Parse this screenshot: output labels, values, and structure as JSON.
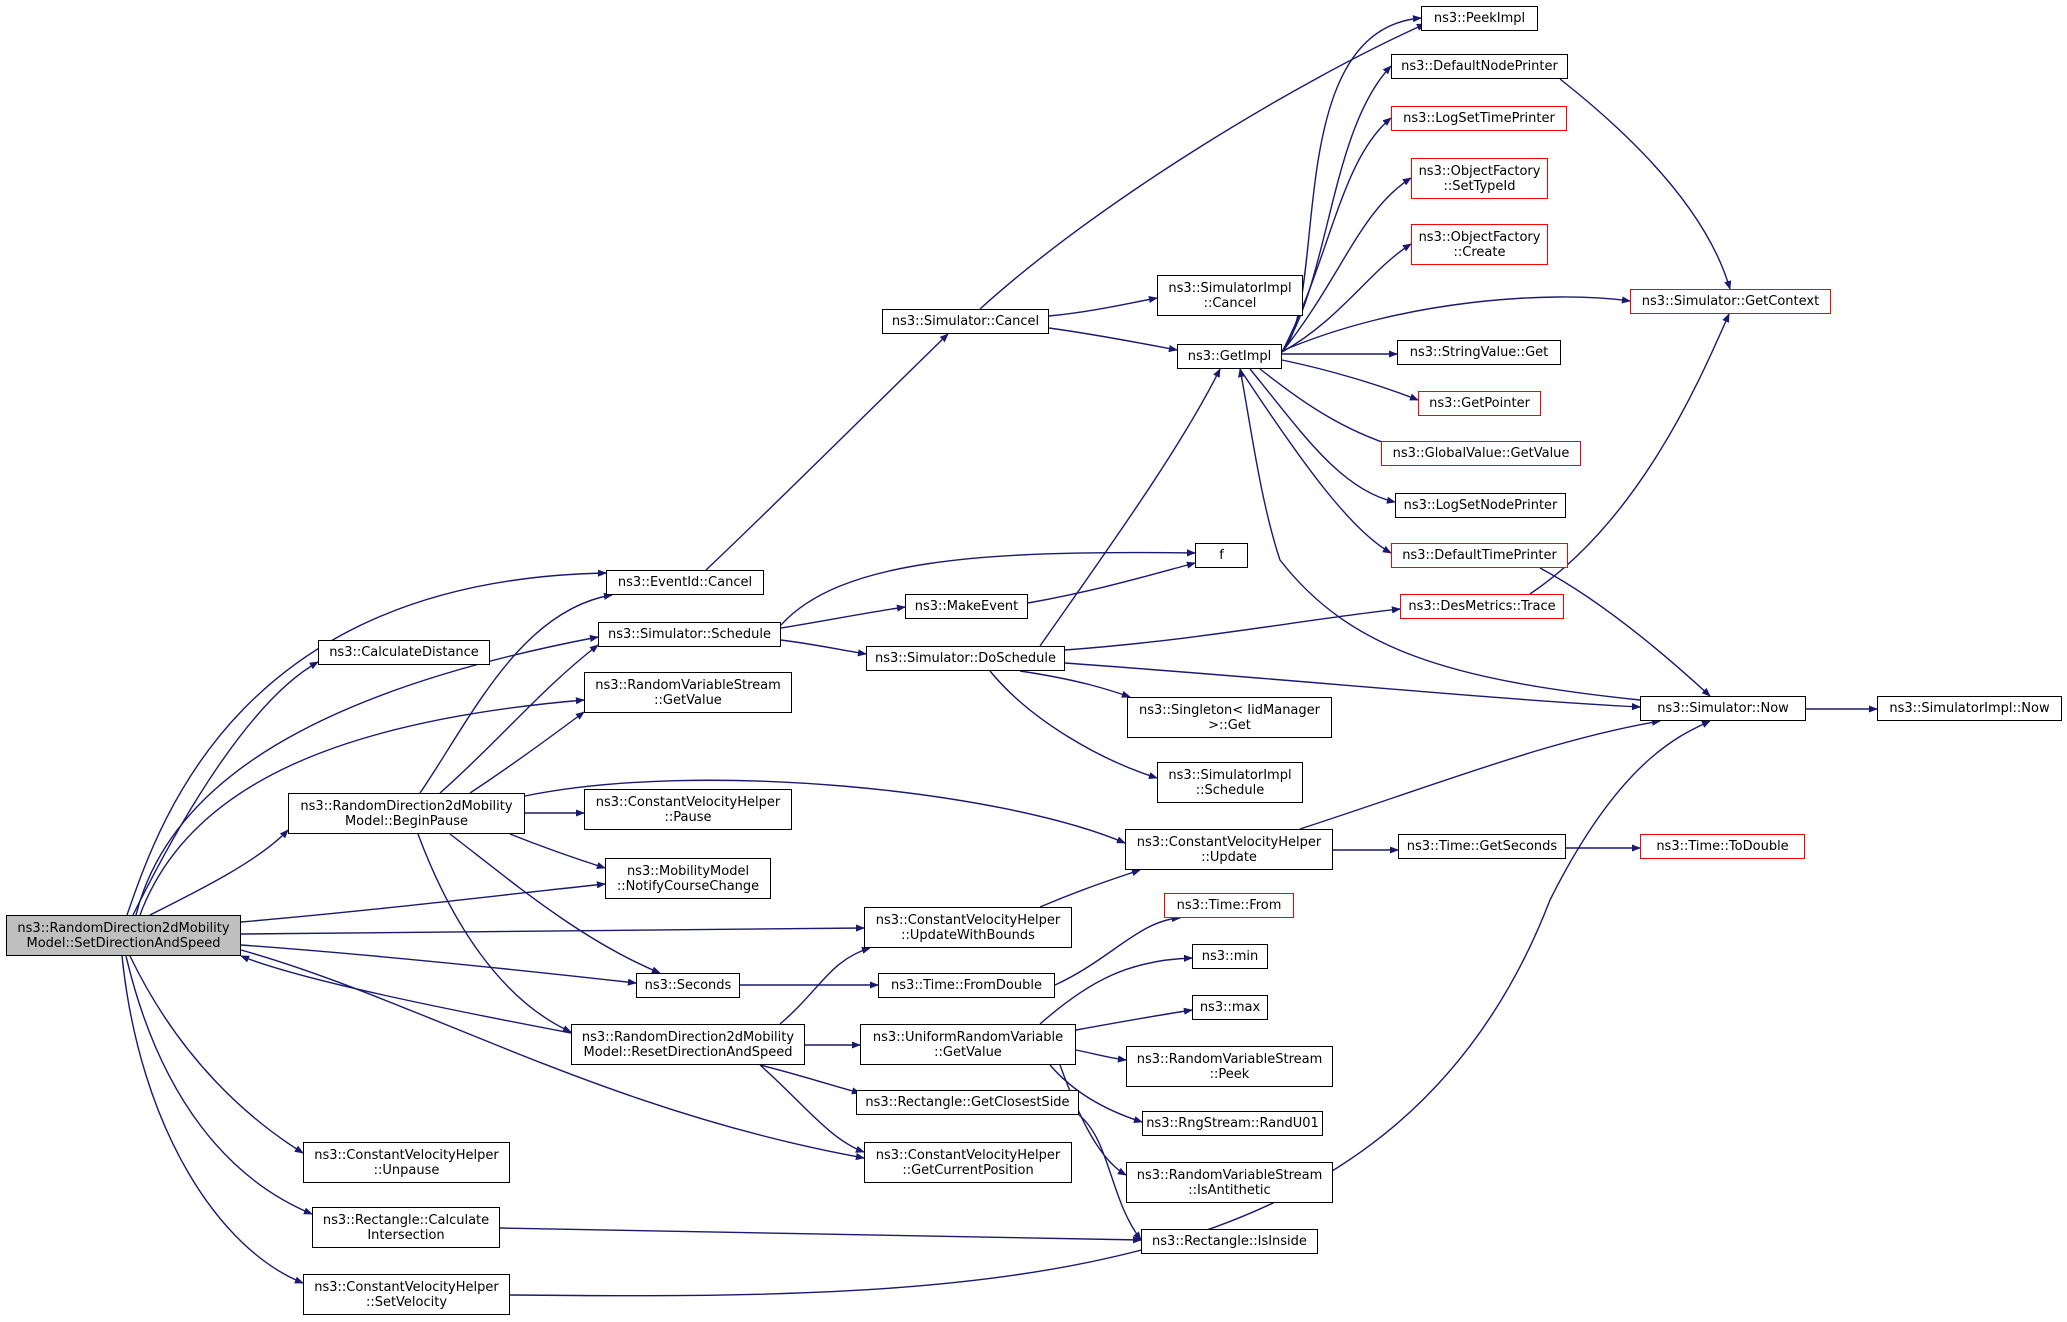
{
  "colors": {
    "edge": "#191970",
    "node_border": "#000000",
    "external_border": "#ff0000",
    "root_fill": "#bfbfbf"
  },
  "nodes": {
    "root": {
      "l1": "ns3::RandomDirection2dMobility",
      "l2": "Model::SetDirectionAndSpeed"
    },
    "eventid_cancel": {
      "l1": "ns3::EventId::Cancel"
    },
    "calc_distance": {
      "l1": "ns3::CalculateDistance"
    },
    "sim_schedule": {
      "l1": "ns3::Simulator::Schedule"
    },
    "rvs_getvalue": {
      "l1": "ns3::RandomVariableStream",
      "l2": "::GetValue"
    },
    "begin_pause": {
      "l1": "ns3::RandomDirection2dMobility",
      "l2": "Model::BeginPause"
    },
    "cvh_pause": {
      "l1": "ns3::ConstantVelocityHelper",
      "l2": "::Pause"
    },
    "notify_course": {
      "l1": "ns3::MobilityModel",
      "l2": "::NotifyCourseChange"
    },
    "seconds": {
      "l1": "ns3::Seconds"
    },
    "reset_dir": {
      "l1": "ns3::RandomDirection2dMobility",
      "l2": "Model::ResetDirectionAndSpeed"
    },
    "cvh_unpause": {
      "l1": "ns3::ConstantVelocityHelper",
      "l2": "::Unpause"
    },
    "rect_calc_int": {
      "l1": "ns3::Rectangle::Calculate",
      "l2": "Intersection"
    },
    "cvh_setvel": {
      "l1": "ns3::ConstantVelocityHelper",
      "l2": "::SetVelocity"
    },
    "sim_cancel": {
      "l1": "ns3::Simulator::Cancel"
    },
    "make_event": {
      "l1": "ns3::MakeEvent"
    },
    "sim_doschedule": {
      "l1": "ns3::Simulator::DoSchedule"
    },
    "cvh_update_bounds": {
      "l1": "ns3::ConstantVelocityHelper",
      "l2": "::UpdateWithBounds"
    },
    "time_fromdouble": {
      "l1": "ns3::Time::FromDouble"
    },
    "urv_getvalue": {
      "l1": "ns3::UniformRandomVariable",
      "l2": "::GetValue"
    },
    "rect_closest": {
      "l1": "ns3::Rectangle::GetClosestSide"
    },
    "cvh_getpos": {
      "l1": "ns3::ConstantVelocityHelper",
      "l2": "::GetCurrentPosition"
    },
    "simimpl_cancel": {
      "l1": "ns3::SimulatorImpl",
      "l2": "::Cancel"
    },
    "getimpl": {
      "l1": "ns3::GetImpl"
    },
    "f": {
      "l1": "f"
    },
    "singleton_get": {
      "l1": "ns3::Singleton< IidManager",
      "l2": " >::Get"
    },
    "simimpl_schedule": {
      "l1": "ns3::SimulatorImpl",
      "l2": "::Schedule"
    },
    "cvh_update": {
      "l1": "ns3::ConstantVelocityHelper",
      "l2": "::Update"
    },
    "time_from": {
      "l1": "ns3::Time::From"
    },
    "min": {
      "l1": "ns3::min"
    },
    "max": {
      "l1": "ns3::max"
    },
    "rvs_peek": {
      "l1": "ns3::RandomVariableStream",
      "l2": "::Peek"
    },
    "rng_randu01": {
      "l1": "ns3::RngStream::RandU01"
    },
    "rvs_isantithetic": {
      "l1": "ns3::RandomVariableStream",
      "l2": "::IsAntithetic"
    },
    "rect_isinside": {
      "l1": "ns3::Rectangle::IsInside"
    },
    "peekimpl": {
      "l1": "ns3::PeekImpl"
    },
    "default_node_printer": {
      "l1": "ns3::DefaultNodePrinter"
    },
    "log_set_time_printer": {
      "l1": "ns3::LogSetTimePrinter"
    },
    "objfactory_settypeid": {
      "l1": "ns3::ObjectFactory",
      "l2": "::SetTypeId"
    },
    "objfactory_create": {
      "l1": "ns3::ObjectFactory",
      "l2": "::Create"
    },
    "stringvalue_get": {
      "l1": "ns3::StringValue::Get"
    },
    "getpointer": {
      "l1": "ns3::GetPointer"
    },
    "globalvalue_getvalue": {
      "l1": "ns3::GlobalValue::GetValue"
    },
    "log_set_node_printer": {
      "l1": "ns3::LogSetNodePrinter"
    },
    "default_time_printer": {
      "l1": "ns3::DefaultTimePrinter"
    },
    "desmetrics_trace": {
      "l1": "ns3::DesMetrics::Trace"
    },
    "time_getseconds": {
      "l1": "ns3::Time::GetSeconds"
    },
    "sim_now": {
      "l1": "ns3::Simulator::Now"
    },
    "sim_getcontext": {
      "l1": "ns3::Simulator::GetContext"
    },
    "time_todouble": {
      "l1": "ns3::Time::ToDouble"
    },
    "simimpl_now": {
      "l1": "ns3::SimulatorImpl::Now"
    }
  }
}
